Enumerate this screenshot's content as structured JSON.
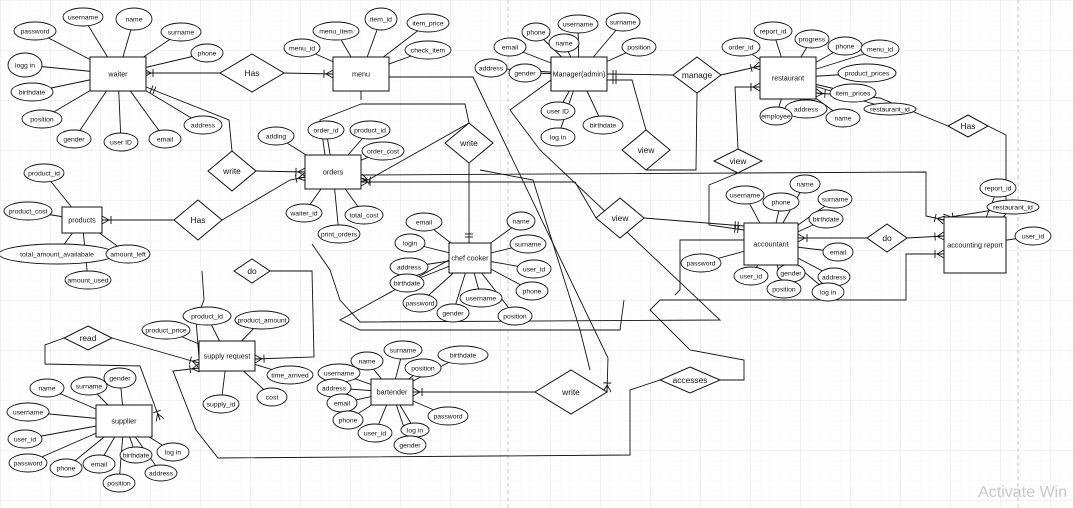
{
  "diagram": {
    "entities": [
      {
        "id": "waiter",
        "label": "waiter"
      },
      {
        "id": "menu",
        "label": "menu"
      },
      {
        "id": "orders",
        "label": "orders"
      },
      {
        "id": "products",
        "label": "products"
      },
      {
        "id": "manager",
        "label": "Manager(admin)"
      },
      {
        "id": "restaurant",
        "label": "restaurant"
      },
      {
        "id": "chef",
        "label": "chef cooker"
      },
      {
        "id": "accountant",
        "label": "accountant"
      },
      {
        "id": "acc_report",
        "label": "accounting report"
      },
      {
        "id": "supply",
        "label": "supply request"
      },
      {
        "id": "supplier",
        "label": "supplier"
      },
      {
        "id": "bartender",
        "label": "bartender"
      }
    ],
    "relationships": [
      {
        "id": "r_has1",
        "label": "Has"
      },
      {
        "id": "r_write1",
        "label": "write"
      },
      {
        "id": "r_write2",
        "label": "write"
      },
      {
        "id": "r_has2",
        "label": "Has"
      },
      {
        "id": "r_manage",
        "label": "manage"
      },
      {
        "id": "r_view1",
        "label": "view"
      },
      {
        "id": "r_view2",
        "label": "view"
      },
      {
        "id": "r_view3",
        "label": "view"
      },
      {
        "id": "r_has3",
        "label": "Has"
      },
      {
        "id": "r_do1",
        "label": "do"
      },
      {
        "id": "r_do2",
        "label": "do"
      },
      {
        "id": "r_read",
        "label": "read"
      },
      {
        "id": "r_write3",
        "label": "write"
      },
      {
        "id": "r_accesses",
        "label": "accesses"
      }
    ],
    "attributes": {
      "waiter": [
        "username",
        "name",
        "password",
        "surname",
        "phone",
        "logg in",
        "birthdate",
        "position",
        "address",
        "gender",
        "user ID",
        "email"
      ],
      "menu": [
        "item_id",
        "menu_item",
        "item_price",
        "menu_id",
        "check_item"
      ],
      "orders": [
        "adding",
        "order_id",
        "product_id",
        "order_cost",
        "waiter_id",
        "total_cost",
        "print_orders"
      ],
      "products": [
        "product_id",
        "product_cost",
        "total_amount_availabale",
        "amount_left",
        "amount_used"
      ],
      "manager": [
        "username",
        "surname",
        "phone",
        "name",
        "email",
        "position",
        "address",
        "gender",
        "user ID",
        "birthdate",
        "log in"
      ],
      "restaurant": [
        "report_id",
        "progress",
        "order_id",
        "phone",
        "menu_id",
        "product_prices",
        "item_prices",
        "address",
        "restaurant_id",
        "employee",
        "name"
      ],
      "chef": [
        "email",
        "name",
        "login",
        "surname",
        "address",
        "user_id",
        "birthdate",
        "phone",
        "password",
        "username",
        "gender",
        "position"
      ],
      "accountant": [
        "name",
        "username",
        "phone",
        "surname",
        "birthdate",
        "email",
        "password",
        "user_id",
        "gender",
        "address",
        "position",
        "log in"
      ],
      "acc_report": [
        "report_id",
        "restaurant_id",
        "user_id"
      ],
      "supply": [
        "product_id",
        "product_amount",
        "product_price",
        "time_arrived",
        "supply_id",
        "cost"
      ],
      "supplier": [
        "name",
        "surname",
        "gender",
        "username",
        "user_id",
        "birthdate",
        "log in",
        "password",
        "phone",
        "email",
        "address",
        "position"
      ],
      "bartender": [
        "surname",
        "birthdate",
        "name",
        "username",
        "position",
        "address",
        "email",
        "password",
        "phone",
        "user_id",
        "log in",
        "gender"
      ]
    }
  },
  "watermark": "Activate Win"
}
